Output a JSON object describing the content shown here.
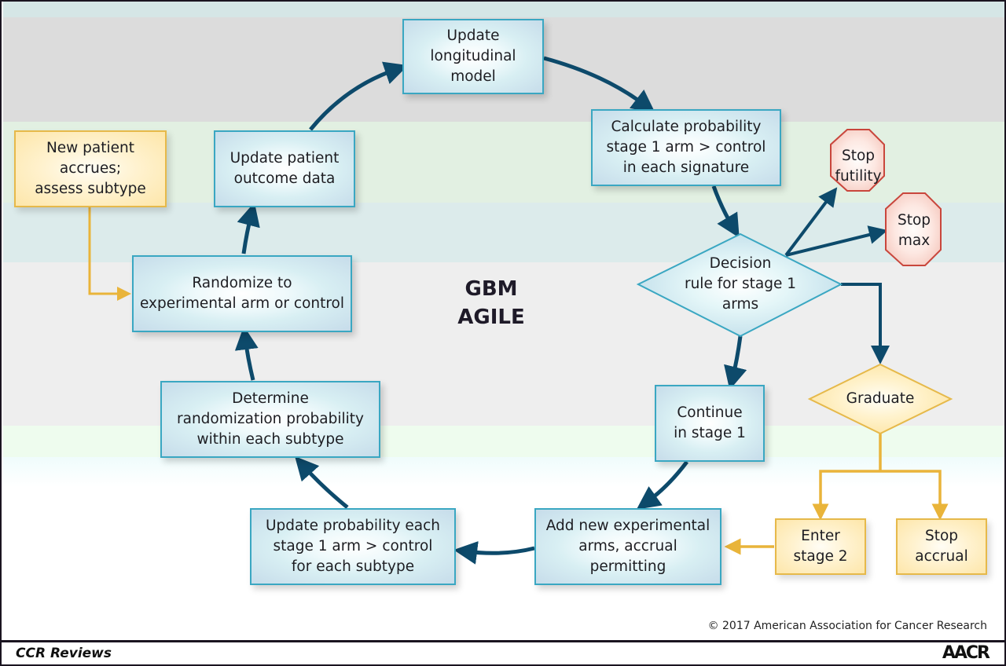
{
  "title": "GBM\nAGILE",
  "colors": {
    "arrow_blue": "#0d4a6b",
    "arrow_yellow": "#e9b43a",
    "box_border_blue": "#3aa7c2",
    "box_border_yellow": "#e6b94a",
    "stop_border": "#c9463c",
    "band_gray": "#dcdcdc",
    "band_green": "#e3f1e3",
    "band_blue": "#dcecec",
    "band_light": "#eeeeee",
    "band_mint": "#eefcee"
  },
  "nodes": {
    "update_longitudinal_model": "Update\nlongitudinal\nmodel",
    "calculate_probability": "Calculate probability\nstage 1 arm > control\nin each signature",
    "decision_rule": "Decision\nrule for stage 1\narms",
    "stop_futility": "Stop\nfutility",
    "stop_max": "Stop\nmax",
    "graduate": "Graduate",
    "continue_stage1": "Continue\nin stage 1",
    "enter_stage2": "Enter\nstage 2",
    "stop_accrual": "Stop\naccrual",
    "add_new_arms": "Add new experimental\narms, accrual\npermitting",
    "update_probability_subtype": "Update probability each\nstage 1 arm > control\nfor each subtype",
    "determine_randomization": "Determine\nrandomization probability\nwithin each subtype",
    "randomize": "Randomize to\nexperimental arm or control",
    "update_patient_outcome": "Update patient\noutcome data",
    "new_patient": "New patient\naccrues;\nassess subtype"
  },
  "footer": {
    "copyright": "© 2017 American Association for Cancer Research",
    "journal": "CCR Reviews",
    "publisher": "AACR"
  }
}
